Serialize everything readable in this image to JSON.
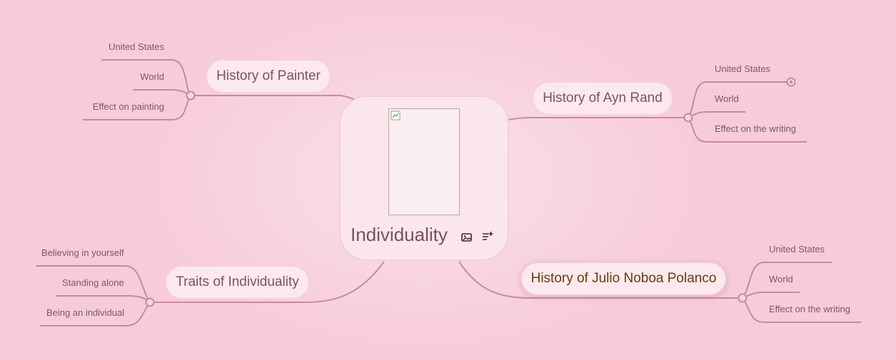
{
  "central": {
    "title": "Individuality",
    "image_icon": "image-icon",
    "notes_icon": "add-notes-icon"
  },
  "branches": {
    "painter": {
      "label": "History of Painter",
      "children": [
        "United States",
        "World",
        "Effect on painting"
      ]
    },
    "ayn_rand": {
      "label": "History of Ayn Rand",
      "children": [
        "United States",
        "World",
        "Effect on the writing"
      ]
    },
    "traits": {
      "label": "Traits of Individuality",
      "children": [
        "Believing in yourself",
        "Standing alone",
        "Being an individual"
      ]
    },
    "julio": {
      "label": "History of Julio Noboa Polanco",
      "children": [
        "United States",
        "World",
        "Effect on the writing"
      ]
    }
  },
  "colors": {
    "line": "#c88a9c",
    "background": "#f7cbd8",
    "active_text": "#6b3a12"
  }
}
